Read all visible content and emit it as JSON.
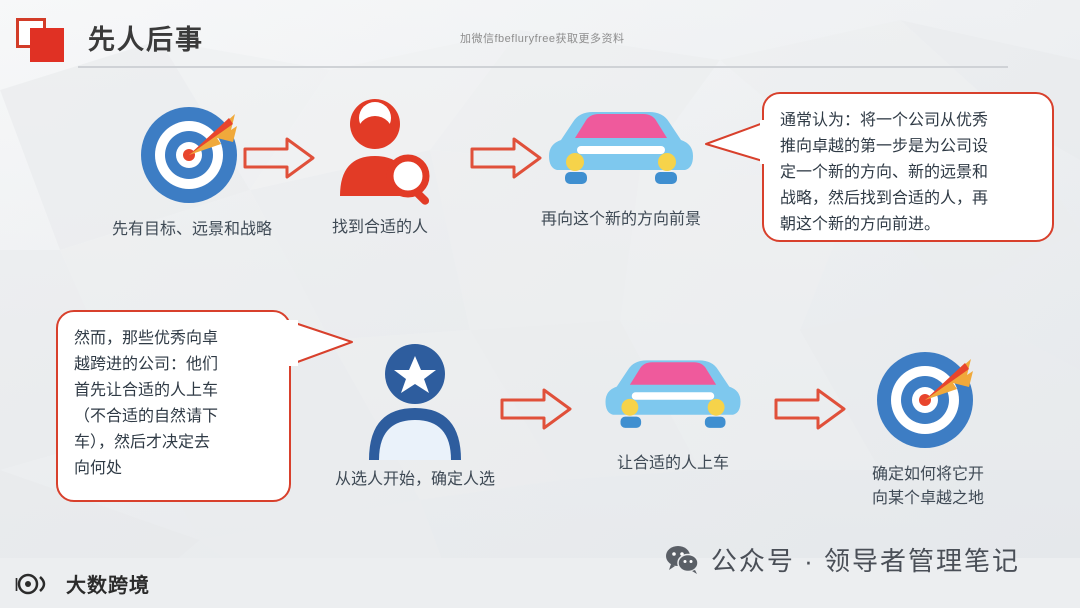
{
  "header": {
    "title": "先人后事",
    "note": "加微信fbefluryfree获取更多资料",
    "logo_icon": "red-squares-logo"
  },
  "row1": [
    {
      "icon": "target-dart-icon",
      "caption": "先有目标、远景和战略"
    },
    {
      "icon": "person-search-icon",
      "caption": "找到合适的人"
    },
    {
      "icon": "car-icon",
      "caption": "再向这个新的方向前景"
    }
  ],
  "row2": [
    {
      "icon": "person-star-icon",
      "caption": "从选人开始，确定人选"
    },
    {
      "icon": "car-icon",
      "caption": "让合适的人上车"
    },
    {
      "icon": "target-dart-icon",
      "caption": "确定如何将它开\n向某个卓越之地"
    }
  ],
  "arrows": {
    "name": "right-arrow-icon",
    "count_row1": 2,
    "count_row2": 2,
    "color": "#e0503a"
  },
  "callouts": [
    {
      "name": "callout-top-right",
      "text": "通常认为：将一个公司从优秀\n推向卓越的第一步是为公司设\n定一个新的方向、新的远景和\n战略，然后找到合适的人，再\n朝这个新的方向前进。"
    },
    {
      "name": "callout-bottom-left",
      "text": "然而，那些优秀向卓\n越跨进的公司：他们\n首先让合适的人上车\n（不合适的自然请下\n车），然后才决定去\n向何处"
    }
  ],
  "footer": {
    "wechat_icon": "wechat-icon",
    "wechat_text": "公众号 · 领导者管理笔记",
    "brand_icon": "compass-icon",
    "brand_text": "大数跨境"
  },
  "colors": {
    "accent_red": "#d8402c",
    "blue": "#2f6fb5",
    "light_blue": "#7fc4ec",
    "pink": "#ef5a9c",
    "yellow": "#f6d34a",
    "title_gray": "#3a3a3a"
  }
}
